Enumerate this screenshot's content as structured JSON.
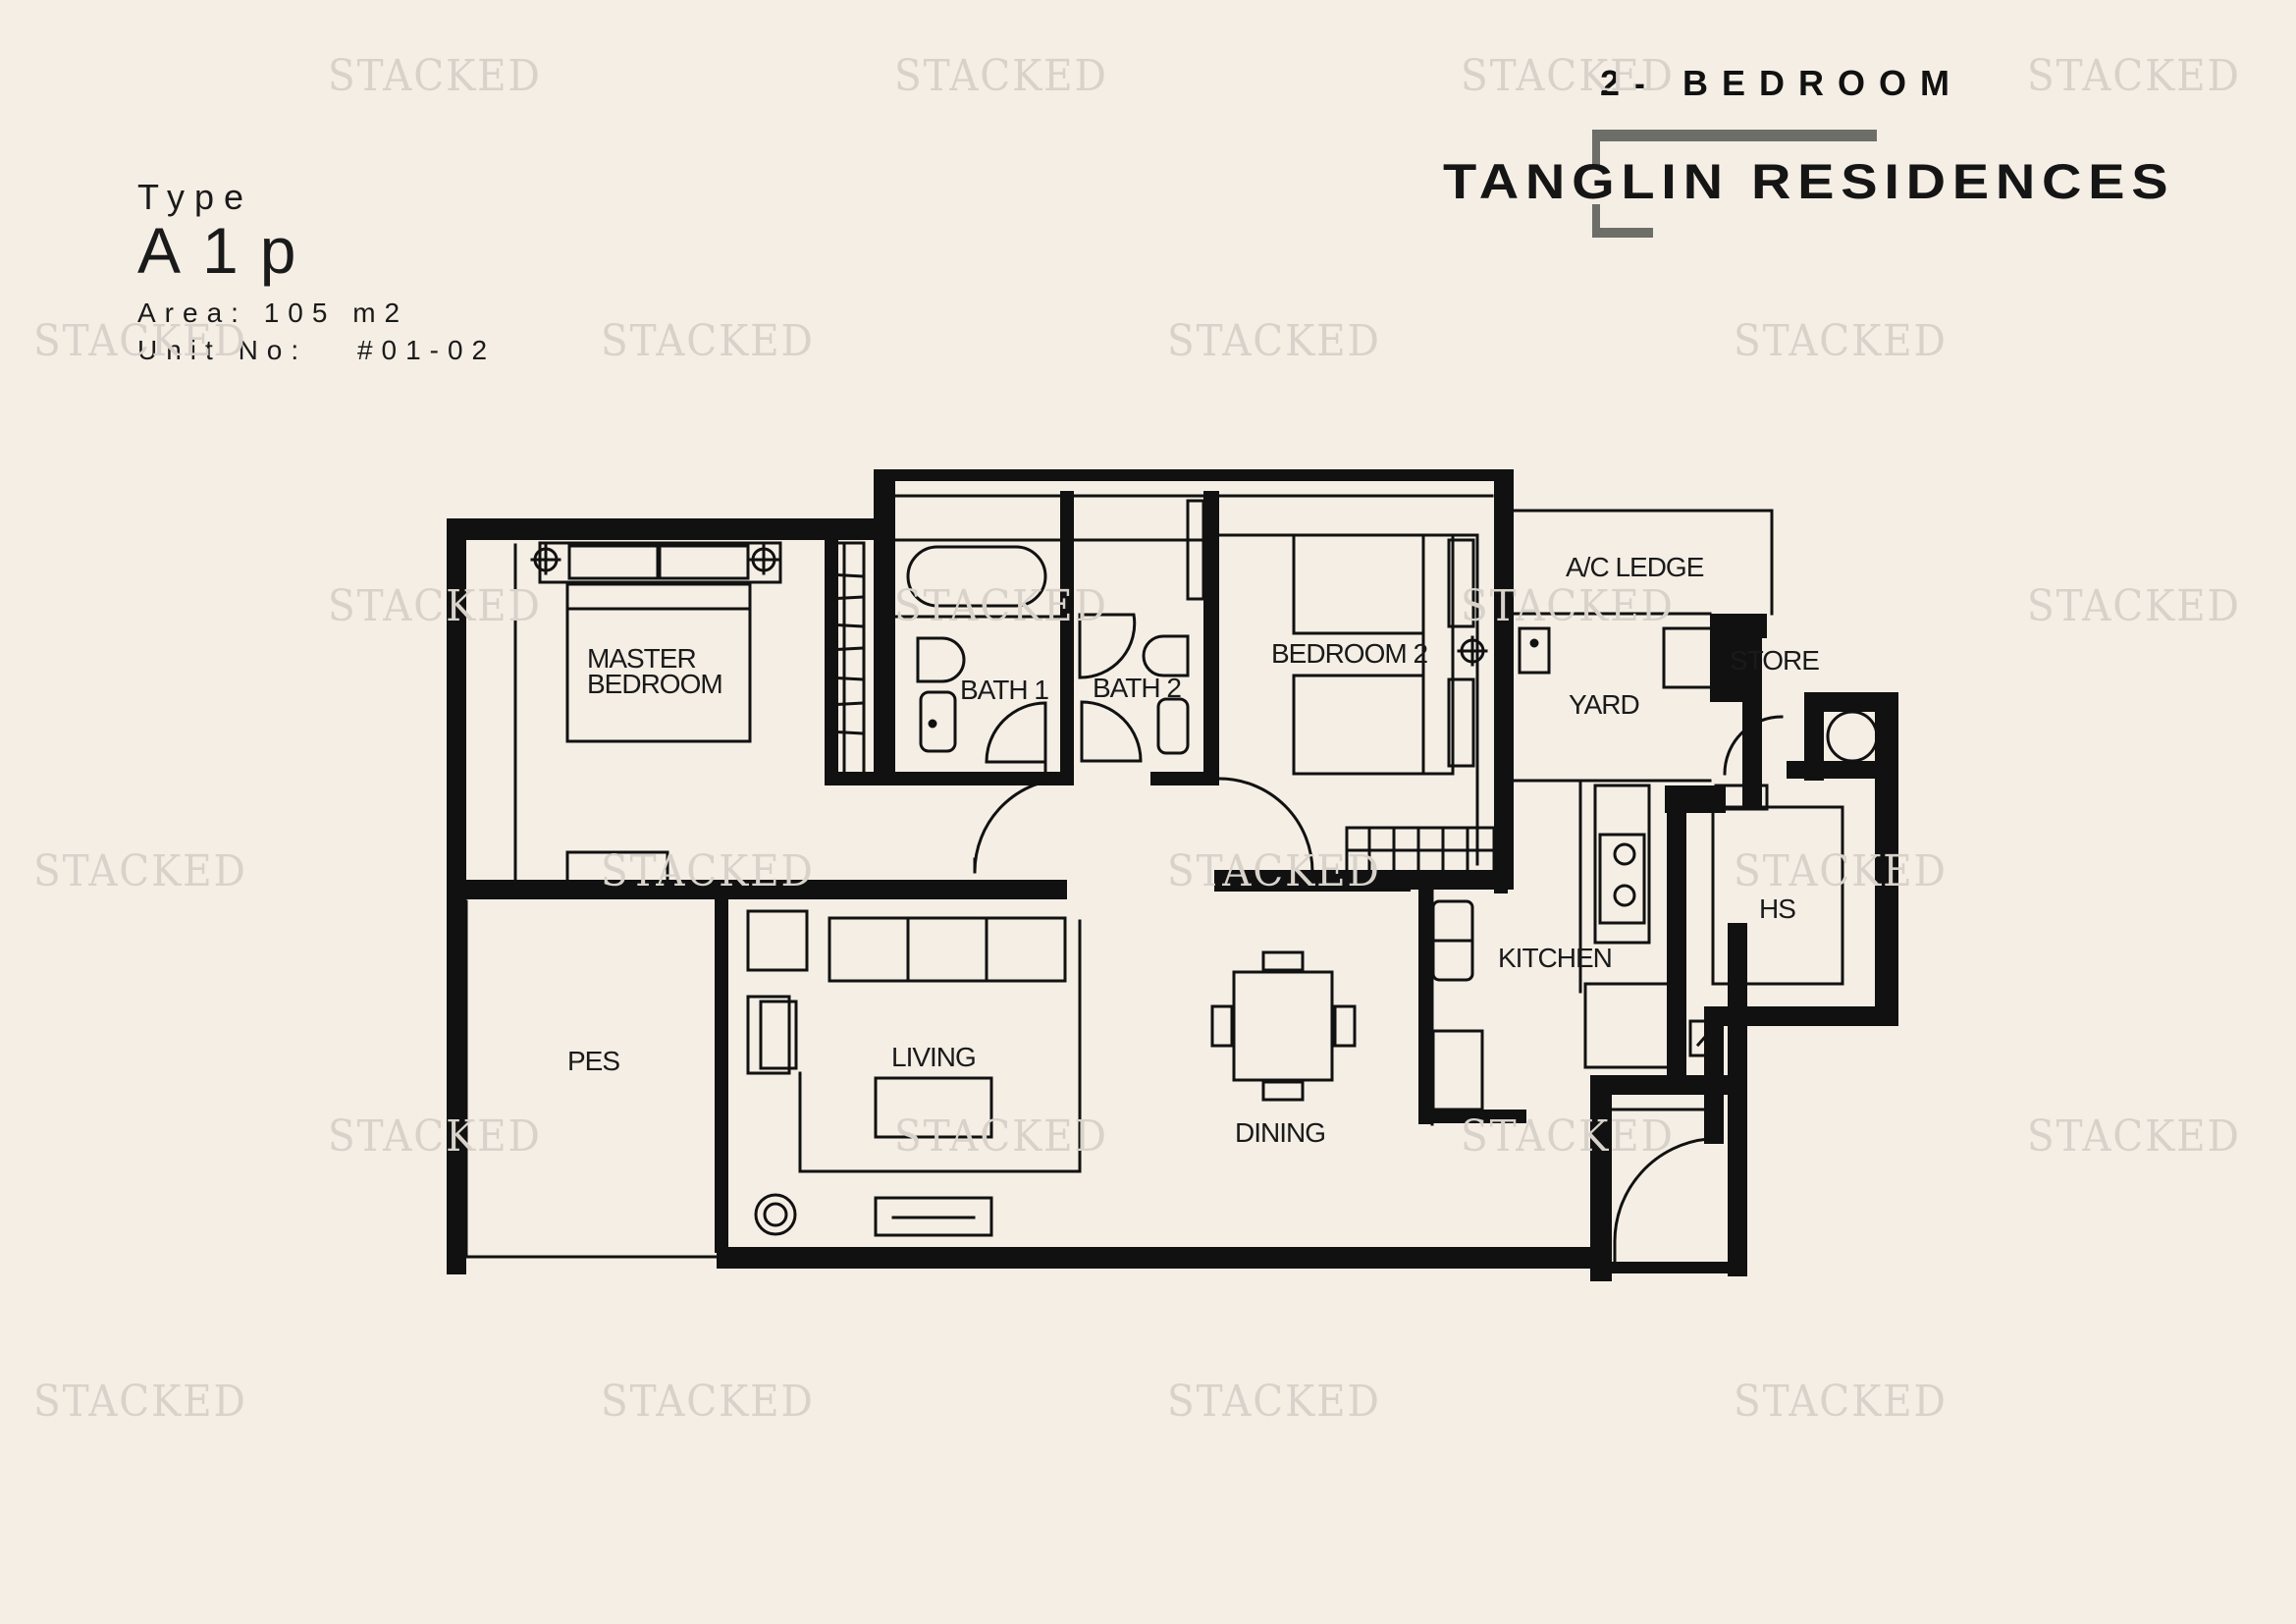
{
  "header": {
    "type_label": "Type",
    "type_value": "A1p",
    "area_label": "Area:",
    "area_value": "105 m2",
    "unit_label": "Unit No:",
    "unit_value": "#01-02"
  },
  "brand": {
    "bedrooms": "2- BEDROOM",
    "project": "TANGLIN RESIDENCES",
    "accent_color": "#6e6e68"
  },
  "watermark": {
    "text": "STACKED",
    "color": "#d8d2ca"
  },
  "plan": {
    "rooms": {
      "master_bedroom_line1": "MASTER",
      "master_bedroom_line2": "BEDROOM",
      "bath1": "BATH 1",
      "bath2": "BATH 2",
      "bedroom2": "BEDROOM 2",
      "ac_ledge": "A/C LEDGE",
      "yard": "YARD",
      "store": "STORE",
      "hs": "HS",
      "kitchen": "KITCHEN",
      "pes": "PES",
      "living": "LIVING",
      "dining": "DINING"
    },
    "colors": {
      "wall": "#111111",
      "background": "#f4eee5"
    }
  }
}
